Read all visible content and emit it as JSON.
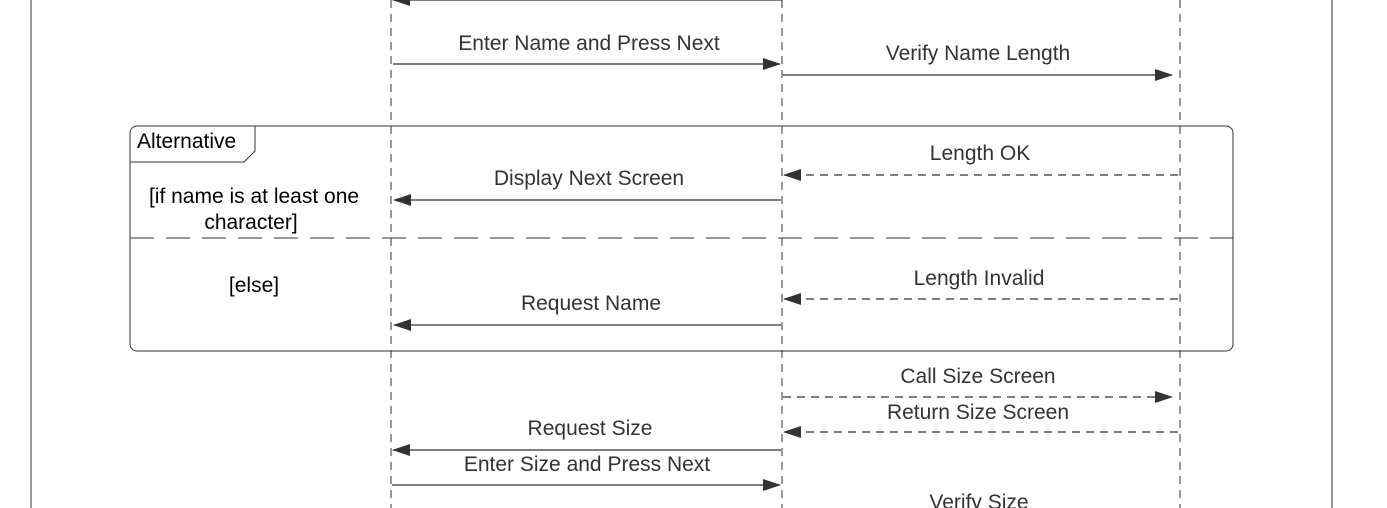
{
  "diagram": {
    "messages": [
      {
        "label": "Enter Name and Press Next",
        "style": "solid",
        "from": "user",
        "to": "app"
      },
      {
        "label": "Verify Name Length",
        "style": "solid",
        "from": "app",
        "to": "system"
      },
      {
        "label": "Length OK",
        "style": "dashed",
        "from": "system",
        "to": "app"
      },
      {
        "label": "Display Next Screen",
        "style": "solid",
        "from": "app",
        "to": "user"
      },
      {
        "label": "Length Invalid",
        "style": "dashed",
        "from": "system",
        "to": "app"
      },
      {
        "label": "Request Name",
        "style": "solid",
        "from": "app",
        "to": "user"
      },
      {
        "label": "Call Size Screen",
        "style": "dashed",
        "from": "app",
        "to": "system"
      },
      {
        "label": "Return Size Screen",
        "style": "dashed",
        "from": "system",
        "to": "app"
      },
      {
        "label": "Request Size",
        "style": "solid",
        "from": "app",
        "to": "user"
      },
      {
        "label": "Enter Size and Press Next",
        "style": "solid",
        "from": "user",
        "to": "app"
      },
      {
        "label": "Verify Size",
        "style": "solid",
        "from": "app",
        "to": "system"
      }
    ],
    "alt_fragment": {
      "title": "Alternative",
      "guard_1_line_1": "[if name is at least one",
      "guard_1_line_2": "character]",
      "guard_2": "[else]"
    },
    "colors": {
      "line": "#333333",
      "frame": "#333333",
      "text": "#333333"
    }
  }
}
